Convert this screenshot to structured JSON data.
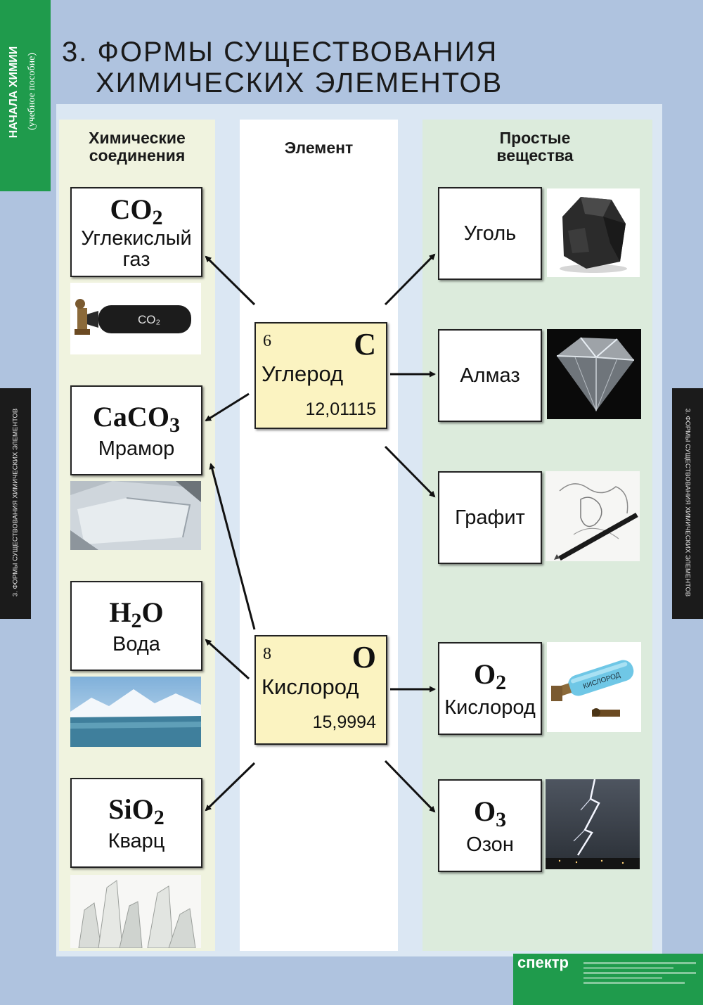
{
  "title": {
    "line1": "3. ФОРМЫ  СУЩЕСТВОВАНИЯ",
    "line2": "ХИМИЧЕСКИХ  ЭЛЕМЕНТОВ"
  },
  "side_label": {
    "line1": "НАЧАЛА ХИМИИ",
    "line2": "(учебное пособие)"
  },
  "side_tab_text": "3. ФОРМЫ СУЩЕСТВОВАНИЯ ХИМИЧЕСКИХ ЭЛЕМЕНТОВ",
  "columns": {
    "left": {
      "line1": "Химические",
      "line2": "соединения"
    },
    "middle": "Элемент",
    "right": {
      "line1": "Простые",
      "line2": "вещества"
    }
  },
  "elements": [
    {
      "number": "6",
      "symbol": "C",
      "name": "Углерод",
      "mass": "12,01115"
    },
    {
      "number": "8",
      "symbol": "O",
      "name": "Кислород",
      "mass": "15,9994"
    }
  ],
  "compounds": [
    {
      "formula_main": "CO",
      "formula_sub": "2",
      "name_line1": "Углекислый",
      "name_line2": "газ",
      "image": "co2-cylinder",
      "image_label": "CO₂"
    },
    {
      "formula_main": "CaCO",
      "formula_sub": "3",
      "name_line1": "Мрамор",
      "name_line2": "",
      "image": "marble-block"
    },
    {
      "formula_main": "H",
      "formula_sub": "2",
      "formula_tail": "O",
      "name_line1": "Вода",
      "name_line2": "",
      "image": "icebergs"
    },
    {
      "formula_main": "SiO",
      "formula_sub": "2",
      "name_line1": "Кварц",
      "name_line2": "",
      "image": "quartz-crystals"
    }
  ],
  "simple_substances": [
    {
      "formula_main": "",
      "formula_sub": "",
      "name": "Уголь",
      "image": "coal"
    },
    {
      "formula_main": "",
      "formula_sub": "",
      "name": "Алмаз",
      "image": "diamond"
    },
    {
      "formula_main": "",
      "formula_sub": "",
      "name": "Графит",
      "image": "graphite-pencil-drawing"
    },
    {
      "formula_main": "O",
      "formula_sub": "2",
      "name": "Кислород",
      "image": "oxygen-cylinder",
      "image_label": "КИСЛОРОД"
    },
    {
      "formula_main": "O",
      "formula_sub": "3",
      "name": "Озон",
      "image": "lightning"
    }
  ],
  "publisher": "спектр"
}
